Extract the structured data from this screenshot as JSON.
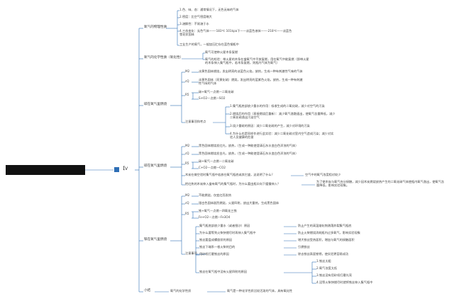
{
  "root": {
    "icon_label": "【V"
  },
  "colors": {
    "line": "#2f6fb5",
    "text": "#333333",
    "root": "#111111"
  },
  "groups": [
    {
      "title": "氧气的物理性质",
      "items": [
        "1.色、味、态：通常情况下，无色无味的气体",
        "2.密度：比空气密度略大",
        "3.溶解性：不易溶于水",
        "4.三态变化：无色气体——-183℃ 101kpa下——淡蓝色液体——-218℃——淡蓝色雪花状固体",
        "工业生产的氧气，一般加压贮存在蓝色钢瓶中"
      ]
    },
    {
      "title": "氧气的化学性质（氧化性）",
      "items": [
        "氧气可使带火星木条复燃",
        "氧气的检验：带火星的木条在盛氧气中平放复燃，用在氧气中能复燃（即带火星的木条伸入集气瓶中，若木条复燃，则瓶内气体为氧气）"
      ]
    },
    {
      "title": "碳在氧气里燃烧",
      "items": [
        {
          "key": "M2",
          "text": "淡黄色固体燃烧，发出明亮的淡蓝色火焰，放热，生成一种有刺激性气味的气体"
        },
        {
          "key": "cQ",
          "text": "淡黄色固体（亮黄化硫）燃烧，发出明亮的蓝紫色火焰，放热，生成一种有刺激性气味的气体"
        },
        {
          "key": "R5",
          "text": "碳+氧气—点燃—二氧化碳"
        },
        {
          "key": "",
          "text": "S+O2—点燃—SO2"
        }
      ],
      "notes_title": "注意事项和考点",
      "notes": [
        "1.集气瓶底部放少量水的作用：吸收生成的二氧化硫，减少对空气的污染",
        "2.燃烧后的作用（直接燃烧后重新）：减少氧气逸散速出，使氧气含量降低，减少二氧化硫逸出污染空气",
        "3.烧少量硫的原因：减少二氧化硫的产生，减少对环境的污染",
        "4.为什么也是同样作进行此实验：减少二氧化硫对室内空气造成污染；减少对实验人员健康的危害"
      ]
    },
    {
      "title": "碳在氧气里燃烧",
      "items": [
        {
          "key": "M2",
          "text": "黑色固体燃烧发红光，放热，（生成一种能使澄清石灰水变白色浑浊的气体）"
        },
        {
          "key": "cQ",
          "text": "黑色固体燃烧发白光，放热，（生成一种能使澄清石灰水变白色浑浊的气体）"
        },
        {
          "key": "R5",
          "text": "碳+氧气—点燃—二氧化碳"
        },
        {
          "key": "",
          "text": "C+O2—点燃—CO2"
        }
      ],
      "q1": "木炭在做空验时集气瓶中若放在氧气瓶底或其它盛，这说明了什么？",
      "a1": "空气中的氧气浓度相对较少",
      "q2": "把红热的木炭伸入盛有氧气的集气瓶时，为什么要由瓶口向下缓慢伸入？",
      "a2": "为了使木炭与氧气充分接触，减少因木炭燃烧放热产生的二氧化碳气体使瓶内氧气逸出，使氧气含量降低，影响实验现象。"
    },
    {
      "title": "铁在氧气里燃烧",
      "items": [
        {
          "key": "M2",
          "text": "不能燃烧，仅变红而发热"
        },
        {
          "key": "cQ",
          "text": "银白色固体剧烈燃烧，火星四射，放出大量热，生成黑色固体"
        },
        {
          "key": "R5",
          "text": "铁+氧气—点燃—四氧化三铁"
        },
        {
          "key": "",
          "text": "Fe+O2—点燃—Fe3O4"
        }
      ],
      "notes_title": "注意事项",
      "notes": [
        {
          "q": "集气瓶底部放少量水（或者细沙）原因",
          "a": "防止产生的高温熔化物溅落炸裂集气瓶底"
        },
        {
          "q": "为什么要等到火柴快燃尽时再伸入集气瓶中",
          "a": "防止火柴燃烧消耗瓶内过多氧气，影响实验现象"
        },
        {
          "q": "铁丝要盘成螺旋状的原因",
          "a": "增大铁丝受热面积，增加与氧气的接触面积"
        },
        {
          "q": "铁丝下端系一根火柴的目的",
          "a": "引燃铁丝"
        },
        {
          "q": "用砂纸打磨铁丝的原因",
          "a": "除去铁丝表面铁锈，使实验更容易成功"
        }
      ],
      "fail_title": "铁丝在氧气瓶中没有火星四射的原因",
      "fail_items": [
        "1.铁丝太粗",
        "2.氧气浓度太低",
        "3.铁丝没有用砂纸打磨光亮",
        "4.没等火柴快燃尽时就将铁丝伸入集气瓶中"
      ]
    },
    {
      "title": "小结",
      "sub": "氧气的化学性质",
      "text": "氧气是一种化学性质比较活泼的气体，具有氧化性"
    }
  ]
}
